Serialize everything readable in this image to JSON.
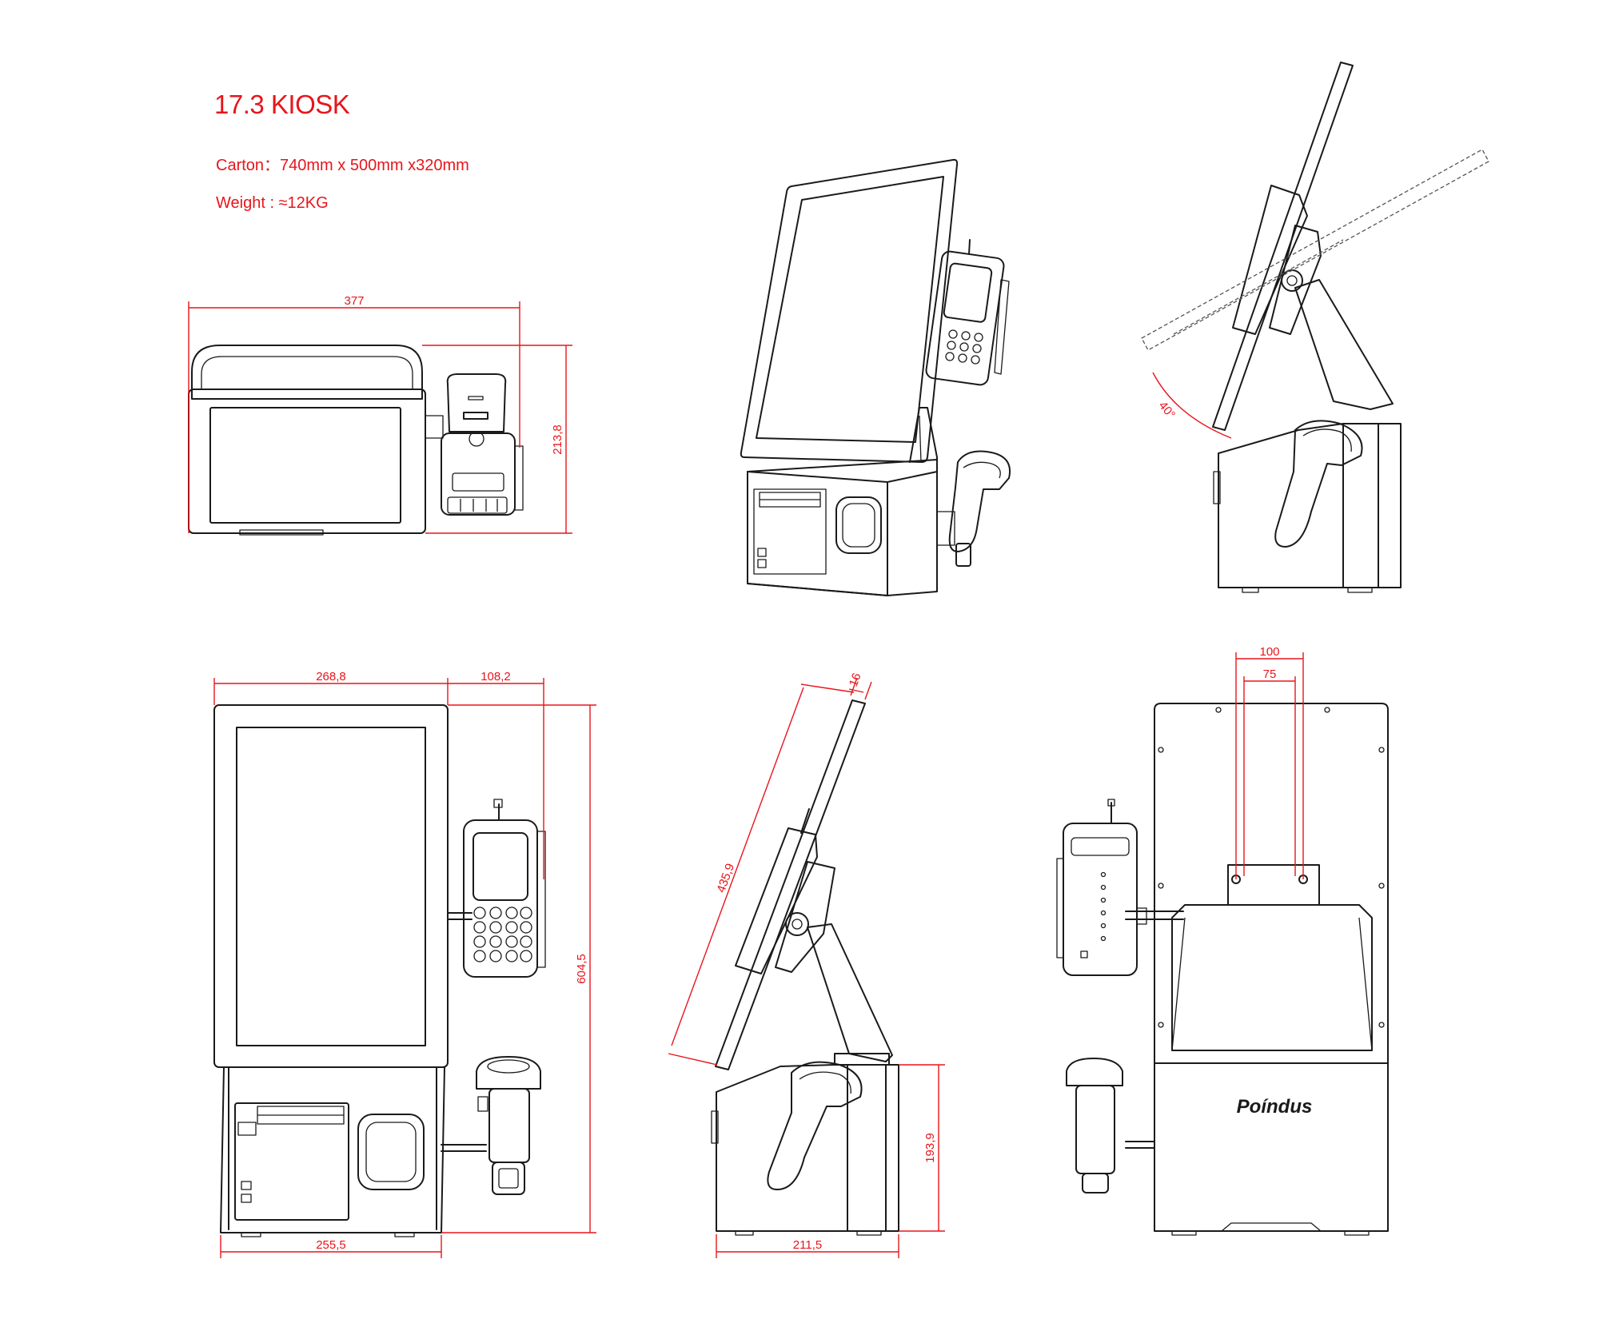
{
  "header": {
    "title": "17.3 KIOSK",
    "carton": "Carton：740mm x 500mm x320mm",
    "weight": "Weight : ≈12KG"
  },
  "dimensions": {
    "top_width": "377",
    "top_depth": "213,8",
    "front_screen_width": "268,8",
    "front_side_width": "108,2",
    "front_height": "604,5",
    "front_base_width": "255,5",
    "side_screen_thickness": "16",
    "side_screen_length": "435,9",
    "side_base_height": "193,9",
    "side_base_width": "211,5",
    "vesa_outer": "100",
    "vesa_inner": "75",
    "tilt_angle": "40°"
  },
  "brand": {
    "logo_text": "Poíndus"
  },
  "colors": {
    "dimension": "#e8151b",
    "line": "#1a1a1a"
  }
}
